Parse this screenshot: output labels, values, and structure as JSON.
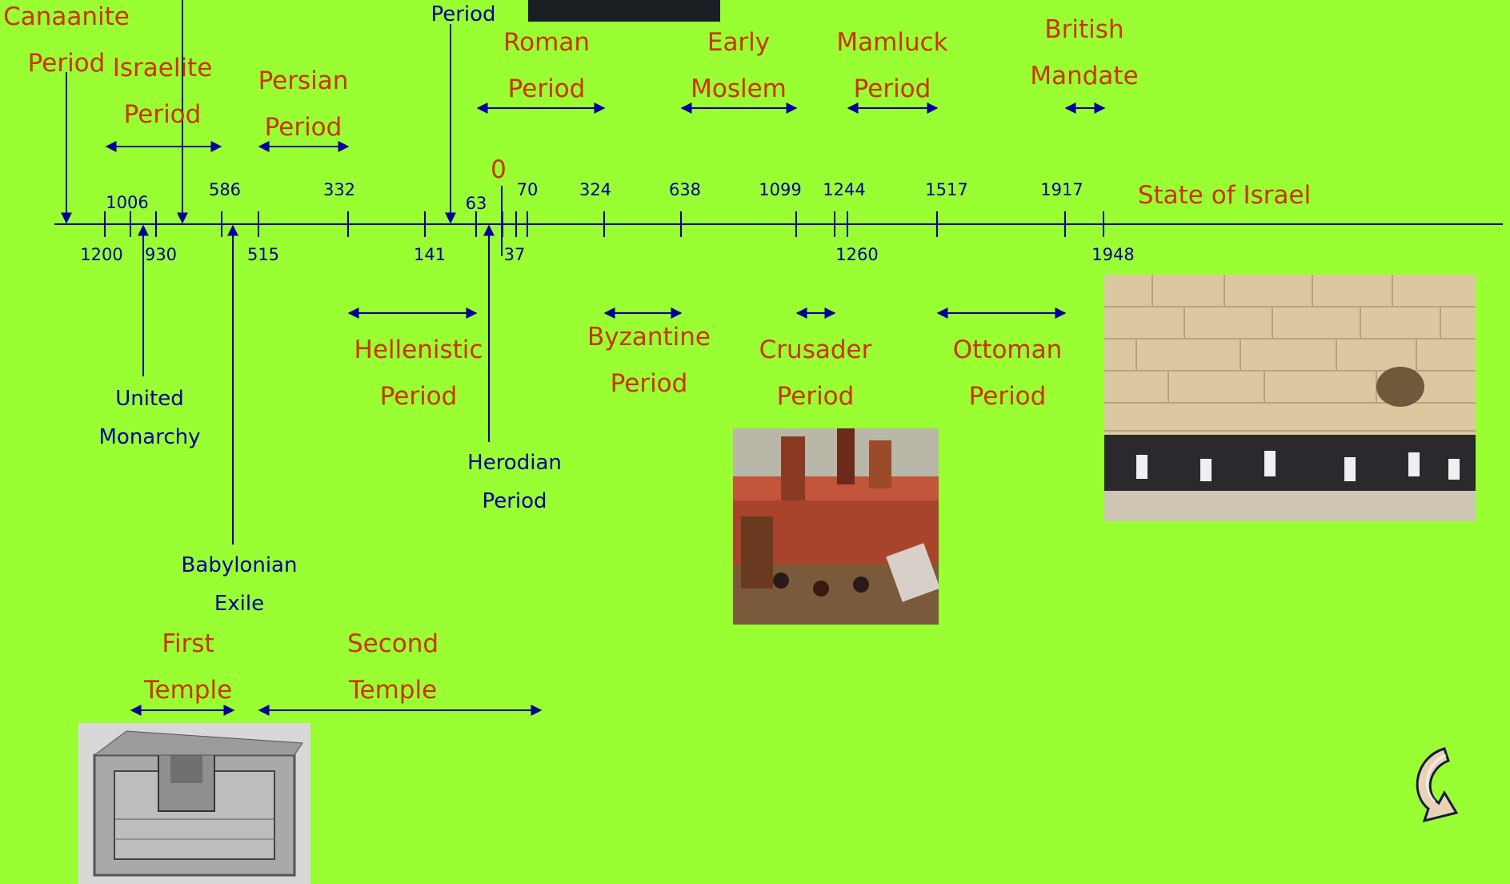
{
  "colors": {
    "background": "#99ff33",
    "label_red": "#cc3300",
    "label_blue": "#000099",
    "line": "#000099"
  },
  "periods": {
    "canaanite": [
      "Canaanite",
      "Period"
    ],
    "israelite": [
      "Israelite",
      "Period"
    ],
    "persian": [
      "Persian",
      "Period"
    ],
    "top_period": "Period",
    "roman": [
      "Roman",
      "Period"
    ],
    "early_moslem": [
      "Early",
      "Moslem"
    ],
    "mamluck": [
      "Mamluck",
      "Period"
    ],
    "british": [
      "British",
      "Mandate"
    ],
    "state": "State of Israel",
    "hellenistic": [
      "Hellenistic",
      "Period"
    ],
    "byzantine": [
      "Byzantine",
      "Period"
    ],
    "crusader": [
      "Crusader",
      "Period"
    ],
    "ottoman": [
      "Ottoman",
      "Period"
    ],
    "united": [
      "United",
      "Monarchy"
    ],
    "herodian": [
      "Herodian",
      "Period"
    ],
    "babylonian": [
      "Babylonian",
      "Exile"
    ],
    "first_temple": [
      "First",
      "Temple"
    ],
    "second_temple": [
      "Second",
      "Temple"
    ]
  },
  "zero_label": "0",
  "years_above": [
    "1006",
    "586",
    "332",
    "63",
    "70",
    "324",
    "638",
    "1099",
    "1244",
    "1517",
    "1917"
  ],
  "years_below": [
    "1200",
    "930",
    "515",
    "141",
    "37",
    "1260",
    "1948"
  ],
  "images": {
    "temple_model": "temple-model-photo",
    "crusader_siege": "crusader-siege-painting",
    "western_wall": "western-wall-photo",
    "top_dark": "dark-image-fragment"
  },
  "nav_icon": "return-arrow-icon"
}
